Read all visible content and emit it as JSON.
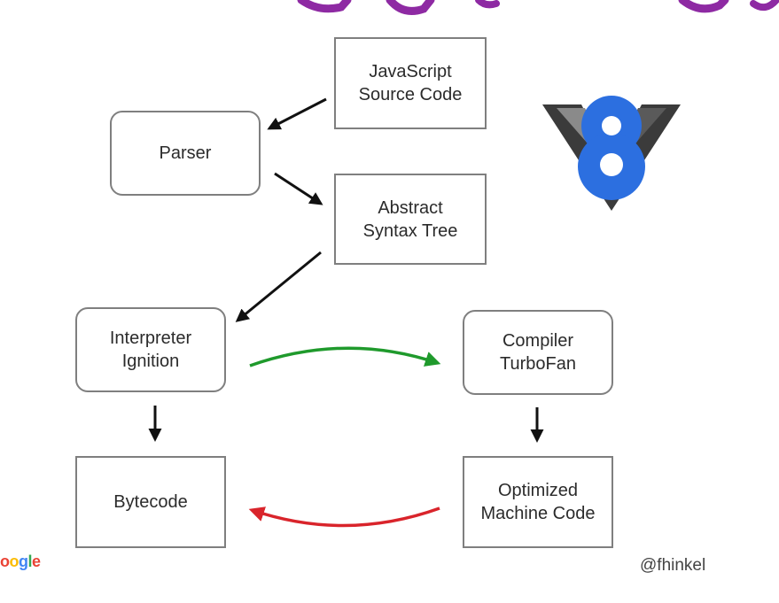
{
  "diagram": {
    "nodes": {
      "js_source": "JavaScript\nSource Code",
      "parser": "Parser",
      "ast": "Abstract\nSyntax Tree",
      "interpreter": "Interpreter\nIgnition",
      "compiler": "Compiler\nTurboFan",
      "bytecode": "Bytecode",
      "optimized": "Optimized\nMachine Code"
    },
    "colors": {
      "optimize_arrow": "#1f9a2c",
      "deoptimize_arrow": "#d9242b",
      "flow_arrow": "#111111",
      "box_border": "#7f7f7f",
      "v8_blue": "#2c6fe0",
      "v8_dark": "#3b3b3b",
      "top_deco": "#8e2aa3"
    }
  },
  "logo": {
    "icon": "v8-logo-icon"
  },
  "footer": {
    "brand_parts": [
      "o",
      "o",
      "g",
      "l",
      "e"
    ],
    "brand_prefix": "",
    "handle": "@fhinkel"
  }
}
